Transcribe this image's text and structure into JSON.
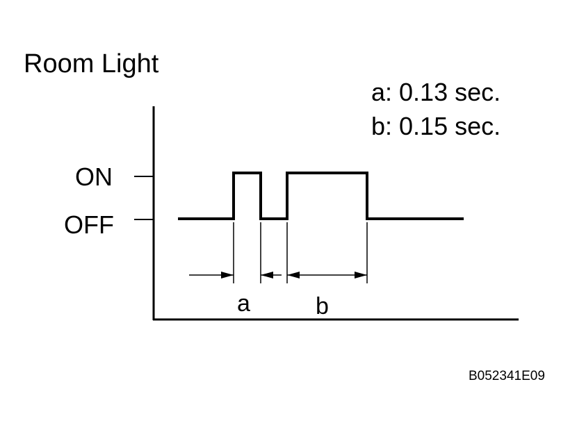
{
  "title": "Room Light",
  "legend": {
    "a": "a: 0.13 sec.",
    "b": "b: 0.15 sec."
  },
  "levels": {
    "on": "ON",
    "off": "OFF"
  },
  "dimensions": {
    "a": "a",
    "b": "b"
  },
  "figure_code": "B052341E09"
}
